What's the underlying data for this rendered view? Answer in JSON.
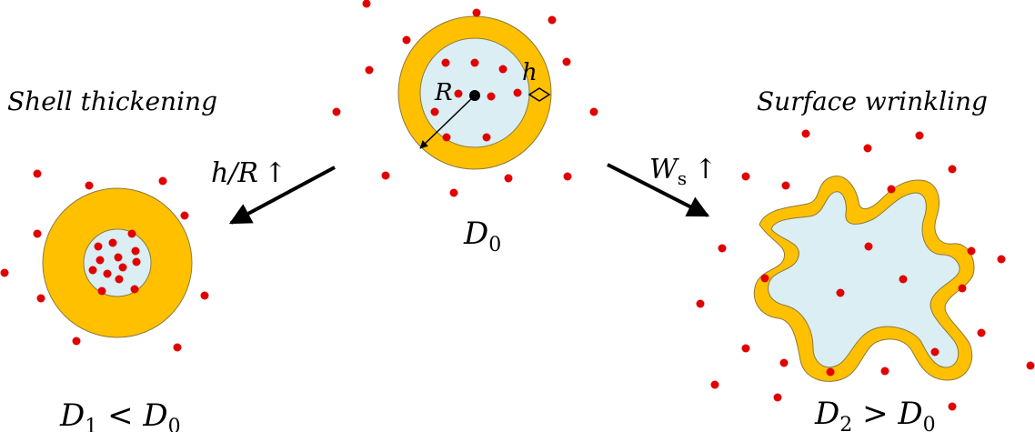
{
  "colors": {
    "shell": "#FFC000",
    "shell_stroke": "#8C7A3E",
    "core": "#DAEEF3",
    "particle": "#E00000",
    "ink": "#000000"
  },
  "left_panel": {
    "title": "Shell thickening",
    "arrow_label": {
      "main": "h/R",
      "symbol": "↑"
    },
    "result": {
      "d": "D",
      "sub": "1",
      "op": " < ",
      "d2": "D",
      "sub2": "0"
    }
  },
  "center_panel": {
    "radius_label": "R",
    "thickness_label": "h",
    "result": {
      "d": "D",
      "sub": "0"
    }
  },
  "right_panel": {
    "title": "Surface wrinkling",
    "arrow_label": {
      "main": "W",
      "sub": "s",
      "symbol": "↑"
    },
    "result": {
      "d": "D",
      "sub": "2",
      "op": " > ",
      "d2": "D",
      "sub2": "0"
    }
  }
}
